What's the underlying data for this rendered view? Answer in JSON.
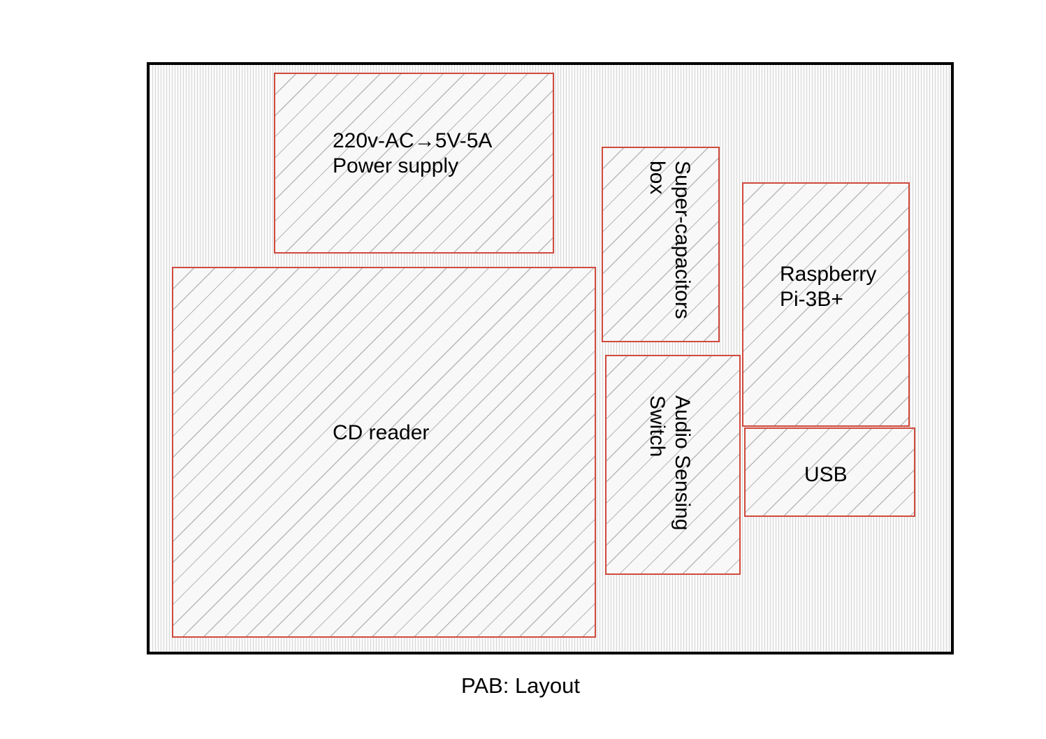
{
  "caption": "PAB: Layout",
  "components": {
    "power_supply": {
      "line1": "220v-AC→5V-5A",
      "line2": "Power supply"
    },
    "cd_reader": {
      "line1": "CD reader"
    },
    "super_capacitors": {
      "line1": "Super-capacitors",
      "line2": "box"
    },
    "audio_sensing": {
      "line1": "Audio Sensing",
      "line2": "Switch"
    },
    "raspberry_pi": {
      "line1": "Raspberry",
      "line2": "Pi-3B+"
    },
    "usb": {
      "line1": "USB"
    }
  },
  "colors": {
    "enclosure_border": "#000000",
    "component_border": "#d04a3c",
    "hatch": "#b8b8b8"
  }
}
